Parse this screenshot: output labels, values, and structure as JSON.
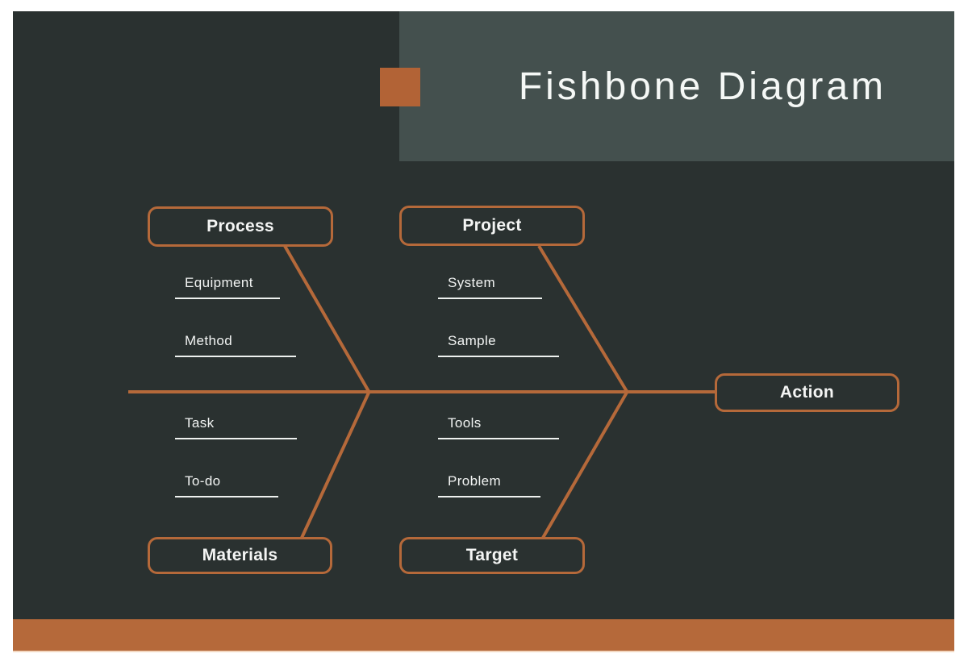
{
  "title": {
    "text": "Fishbone Diagram"
  },
  "colors": {
    "background": "#2a3130",
    "panel": "#44504e",
    "accent": "#b26336",
    "line": "#b5693a",
    "bar": "#b5693a",
    "bar-shadow": "#f3d8c2",
    "ink": "#f2f4f3"
  },
  "categories": {
    "top": [
      {
        "label": "Process"
      },
      {
        "label": "Project"
      }
    ],
    "bottom": [
      {
        "label": "Materials"
      },
      {
        "label": "Target"
      }
    ],
    "effect": {
      "label": "Action"
    }
  },
  "causes": {
    "process": [
      "Equipment",
      "Method"
    ],
    "materials": [
      "Task",
      "To-do"
    ],
    "project": [
      "System",
      "Sample"
    ],
    "target": [
      "Tools",
      "Problem"
    ]
  }
}
